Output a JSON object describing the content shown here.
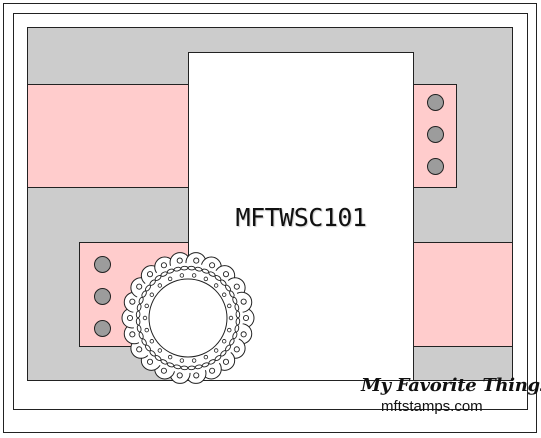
{
  "sketch": {
    "code": "MFTWSC101"
  },
  "logo": {
    "brand": "My Favorite Things",
    "url": "mftstamps.com"
  },
  "colors": {
    "gray": "#cccccc",
    "pink": "#ffcccc",
    "white": "#ffffff",
    "brad": "#9c9c9c",
    "outline": "#222222"
  },
  "embellishments": {
    "right_brads": 3,
    "left_brads": 3,
    "doily_scallops": 22
  }
}
